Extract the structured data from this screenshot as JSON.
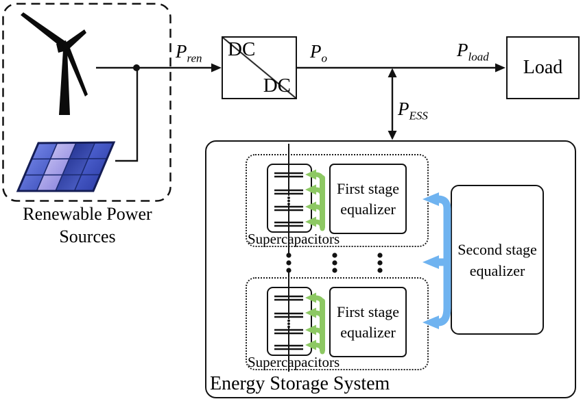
{
  "renewable": {
    "line1": "Renewable Power",
    "line2": "Sources"
  },
  "converter": {
    "top_label": "DC",
    "bottom_label": "DC"
  },
  "load": {
    "label": "Load"
  },
  "flows": {
    "p_ren": {
      "base": "P",
      "sub": "ren"
    },
    "p_o": {
      "base": "P",
      "sub": "o"
    },
    "p_load": {
      "base": "P",
      "sub": "load"
    },
    "p_ess": {
      "base": "P",
      "sub": "ESS"
    }
  },
  "ess": {
    "label": "Energy Storage System",
    "groups": [
      {
        "capacitors_label": "Supercapacitors",
        "equalizer_line1": "First stage",
        "equalizer_line2": "equalizer"
      },
      {
        "capacitors_label": "Supercapacitors",
        "equalizer_line1": "First stage",
        "equalizer_line2": "equalizer"
      }
    ],
    "second_stage": {
      "line1": "Second stage",
      "line2": "equalizer"
    }
  },
  "icons": {
    "wind_turbine": "wind-turbine-icon",
    "solar_panel": "solar-panel-icon"
  },
  "colors": {
    "green_arrow": "#8dc863",
    "blue_arrow": "#6fb3f0",
    "line": "#121212",
    "solar_dark": "#16247f",
    "solar_mid": "#4a5fd0",
    "solar_light": "#d8d2f8"
  }
}
